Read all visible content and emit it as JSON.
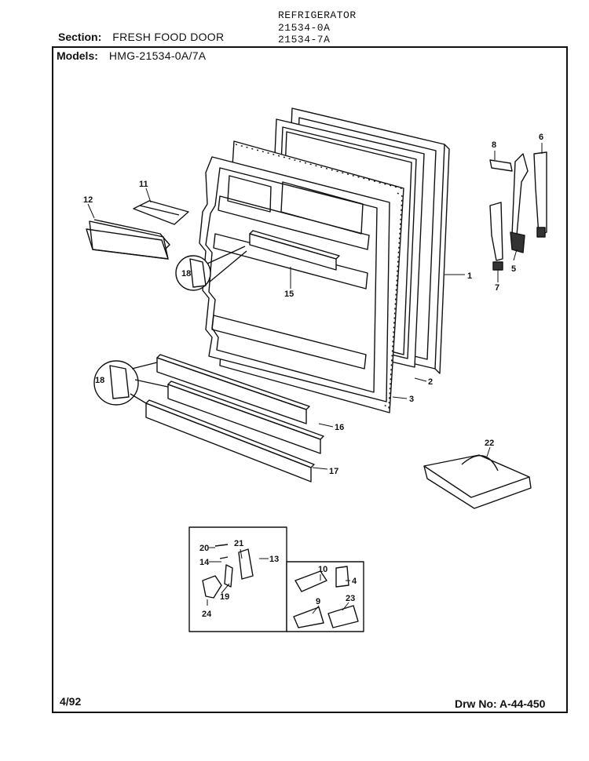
{
  "header": {
    "product": "REFRIGERATOR",
    "model_code_1": "21534-0A",
    "model_code_2": "21534-7A",
    "section_label": "Section:",
    "section_value": "FRESH FOOD DOOR",
    "models_label": "Models:",
    "models_value": "HMG-21534-0A/7A"
  },
  "footer": {
    "date": "4/92",
    "drawing_label": "Drw No:",
    "drawing_number": "A-44-450"
  },
  "callouts": [
    "1",
    "2",
    "3",
    "4",
    "5",
    "6",
    "7",
    "8",
    "9",
    "10",
    "11",
    "12",
    "13",
    "14",
    "15",
    "16",
    "17",
    "18",
    "18",
    "19",
    "20",
    "21",
    "22",
    "23",
    "24"
  ]
}
